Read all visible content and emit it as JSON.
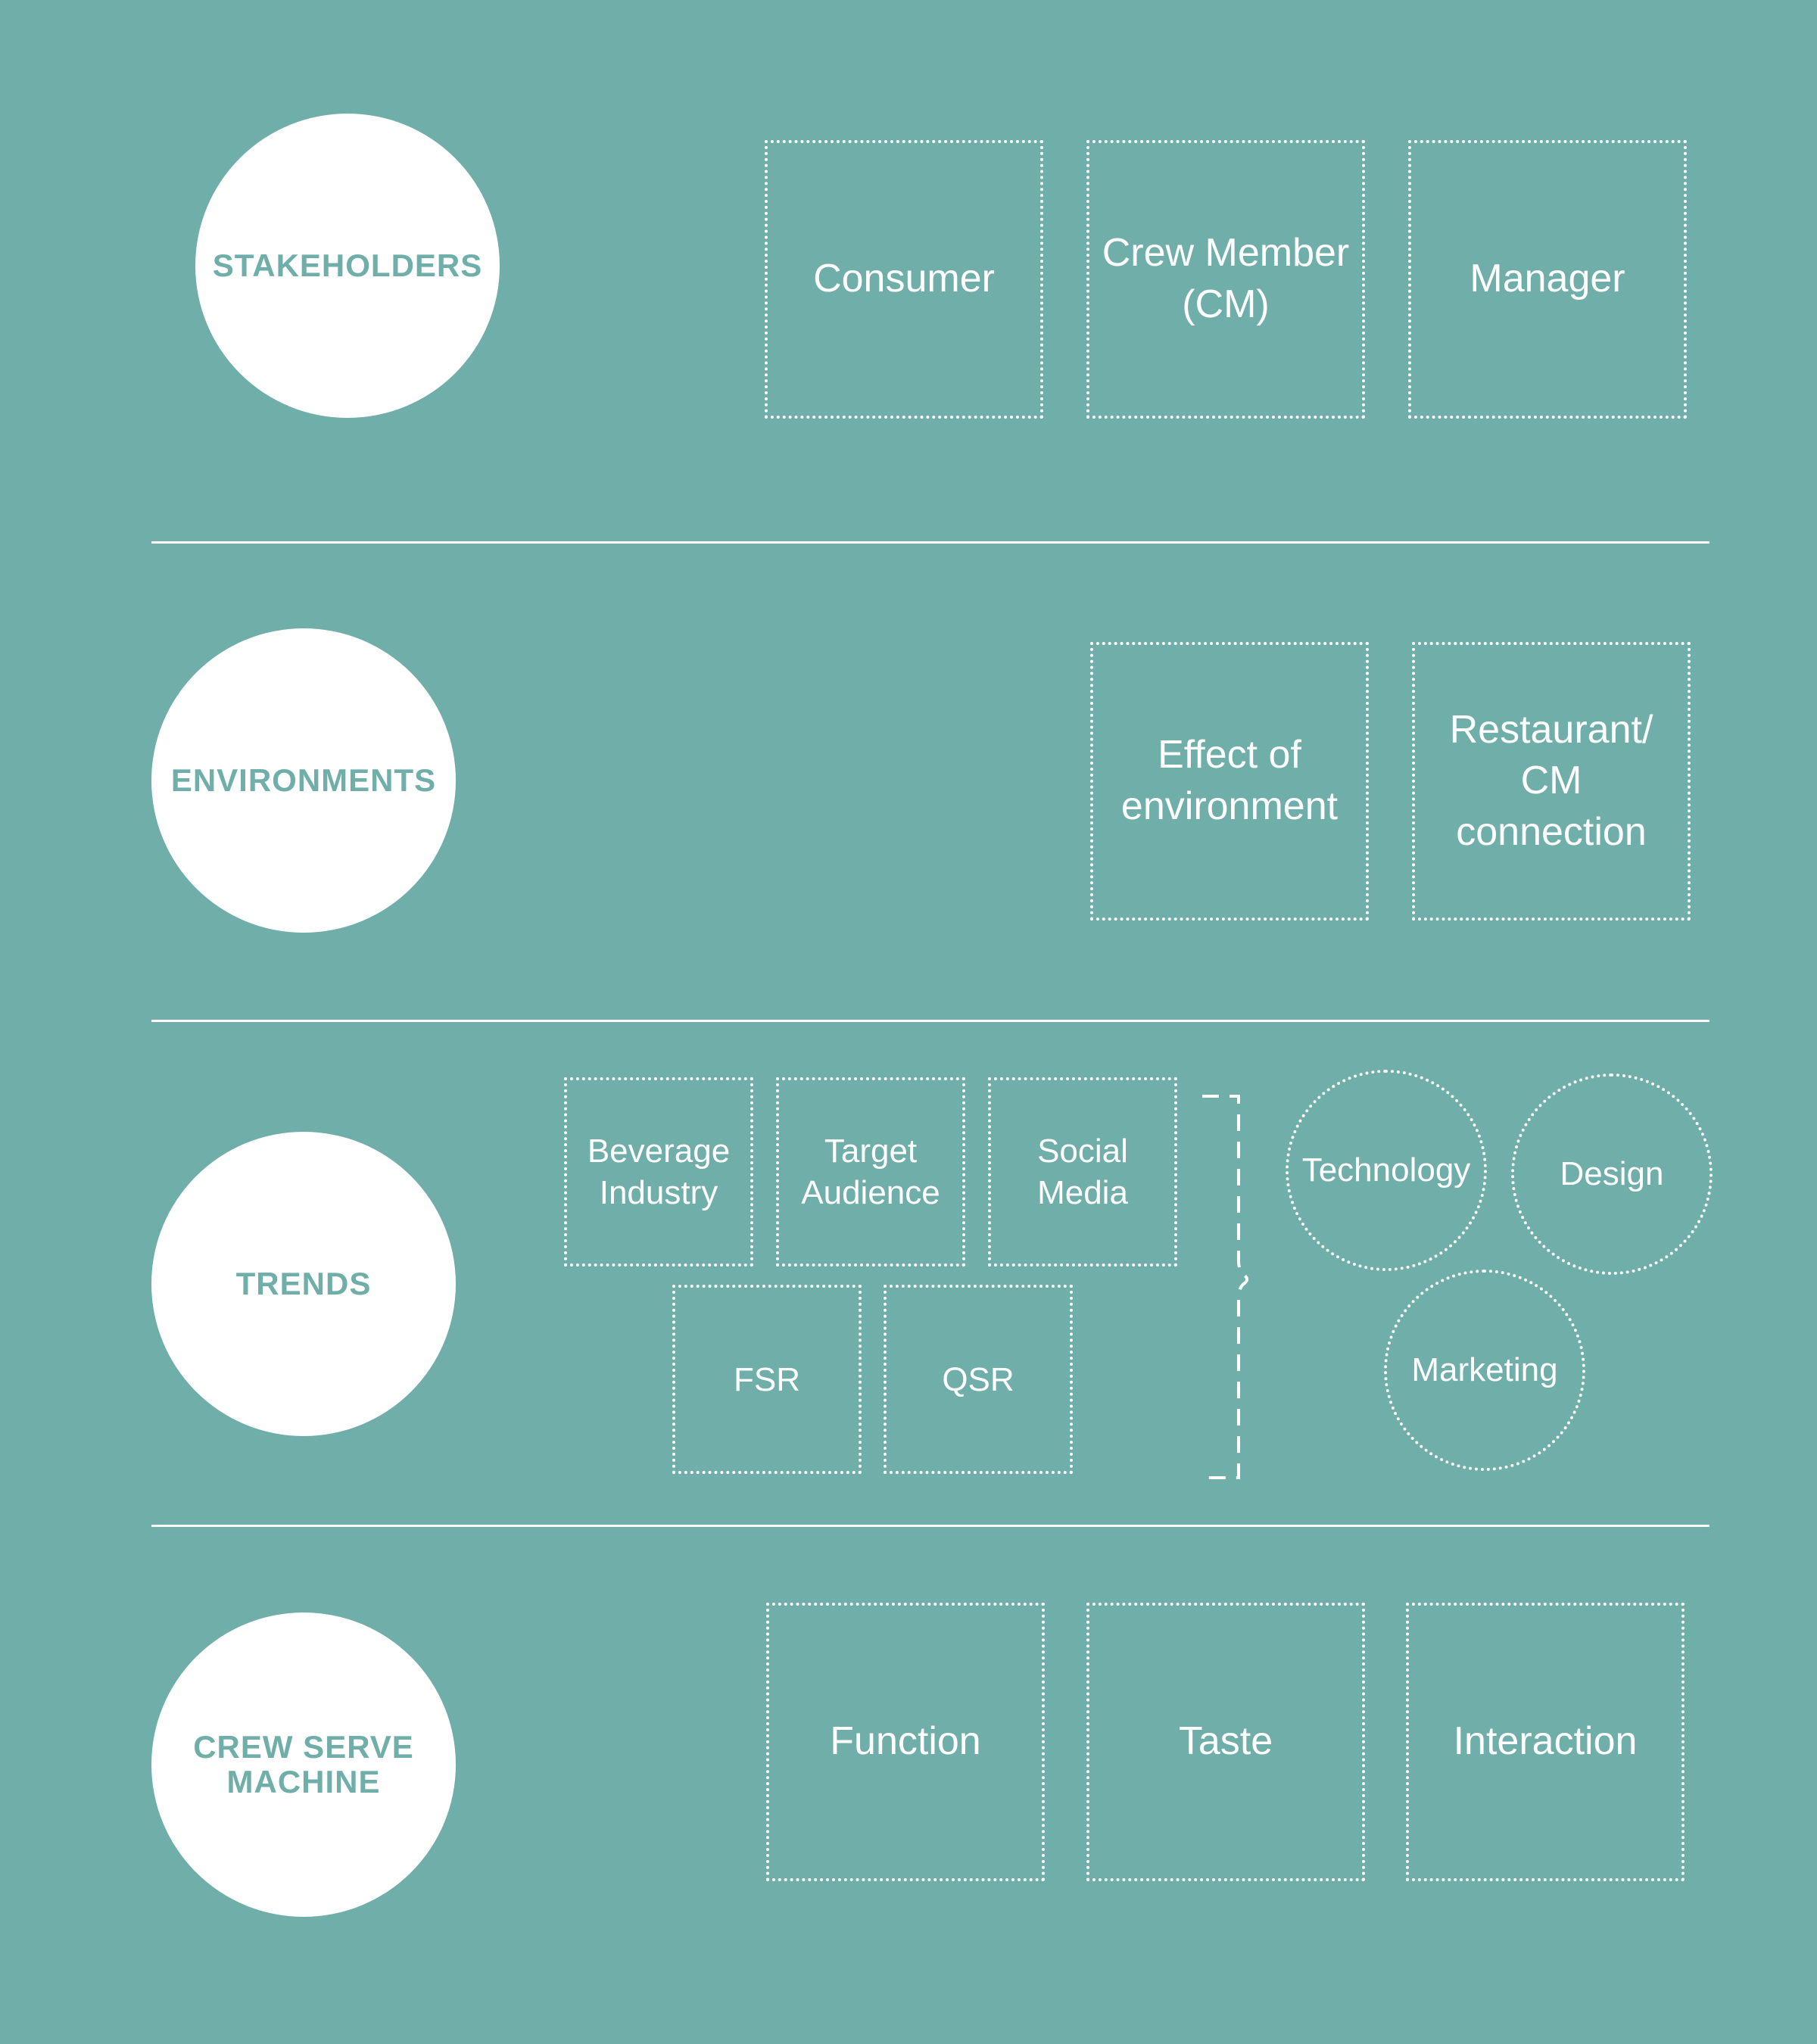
{
  "sections": {
    "stakeholders": {
      "label": "STAKEHOLDERS",
      "items": [
        "Consumer",
        "Crew Member\n(CM)",
        "Manager"
      ]
    },
    "environments": {
      "label": "ENVIRONMENTS",
      "items": [
        "Effect of\nenvironment",
        "Restaurant/\nCM\nconnection"
      ]
    },
    "trends": {
      "label": "TRENDS",
      "boxes": [
        "Beverage\nIndustry",
        "Target\nAudience",
        "Social\nMedia",
        "FSR",
        "QSR"
      ],
      "areas": [
        "Technology",
        "Design",
        "Marketing"
      ]
    },
    "crew_serve_machine": {
      "label": "CREW SERVE\nMACHINE",
      "items": [
        "Function",
        "Taste",
        "Interaction"
      ]
    }
  },
  "colors": {
    "background": "#70afa9",
    "foreground": "#ffffff"
  }
}
